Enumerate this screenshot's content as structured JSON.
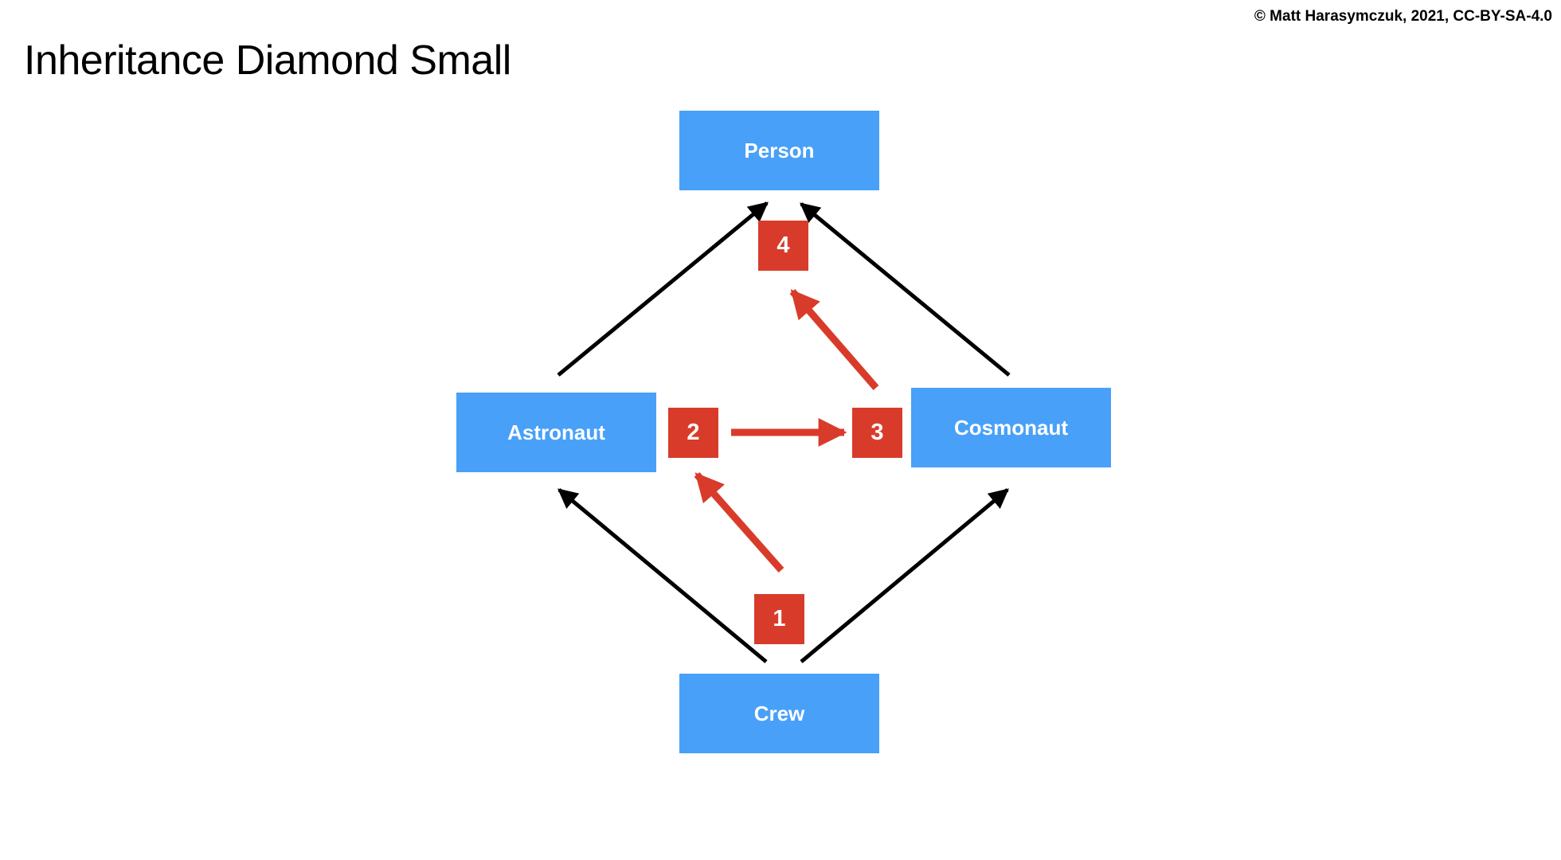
{
  "copyright": "© Matt Harasymczuk, 2021, CC-BY-SA-4.0",
  "title": "Inheritance Diamond Small",
  "colors": {
    "class_box": "#48A0F8",
    "step_box": "#D93B2B",
    "inheritance_arrow": "#000000",
    "resolution_arrow": "#D93B2B",
    "text_on_box": "#FFFFFF"
  },
  "diagram": {
    "classes": {
      "person": "Person",
      "astronaut": "Astronaut",
      "cosmonaut": "Cosmonaut",
      "crew": "Crew"
    },
    "inheritance": [
      {
        "from": "Astronaut",
        "to": "Person"
      },
      {
        "from": "Cosmonaut",
        "to": "Person"
      },
      {
        "from": "Crew",
        "to": "Astronaut"
      },
      {
        "from": "Crew",
        "to": "Cosmonaut"
      }
    ],
    "resolution_steps": [
      "1",
      "2",
      "3",
      "4"
    ]
  }
}
